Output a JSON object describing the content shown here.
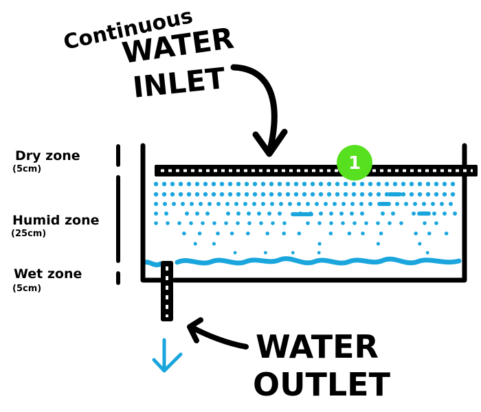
{
  "labels": {
    "inlet_line1": "Continuous",
    "inlet_line2": "WATER",
    "inlet_line3": "INLET",
    "outlet_line1": "WATER",
    "outlet_line2": "OUTLET"
  },
  "zones": [
    {
      "name": "Dry zone",
      "size": "(5cm)"
    },
    {
      "name": "Humid zone",
      "size": "(25cm)"
    },
    {
      "name": "Wet zone",
      "size": "(5cm)"
    }
  ],
  "badge": {
    "text": "1",
    "color": "#57e01f"
  },
  "colors": {
    "water": "#1aa6dd",
    "ink": "#000000",
    "badge": "#57e01f"
  }
}
